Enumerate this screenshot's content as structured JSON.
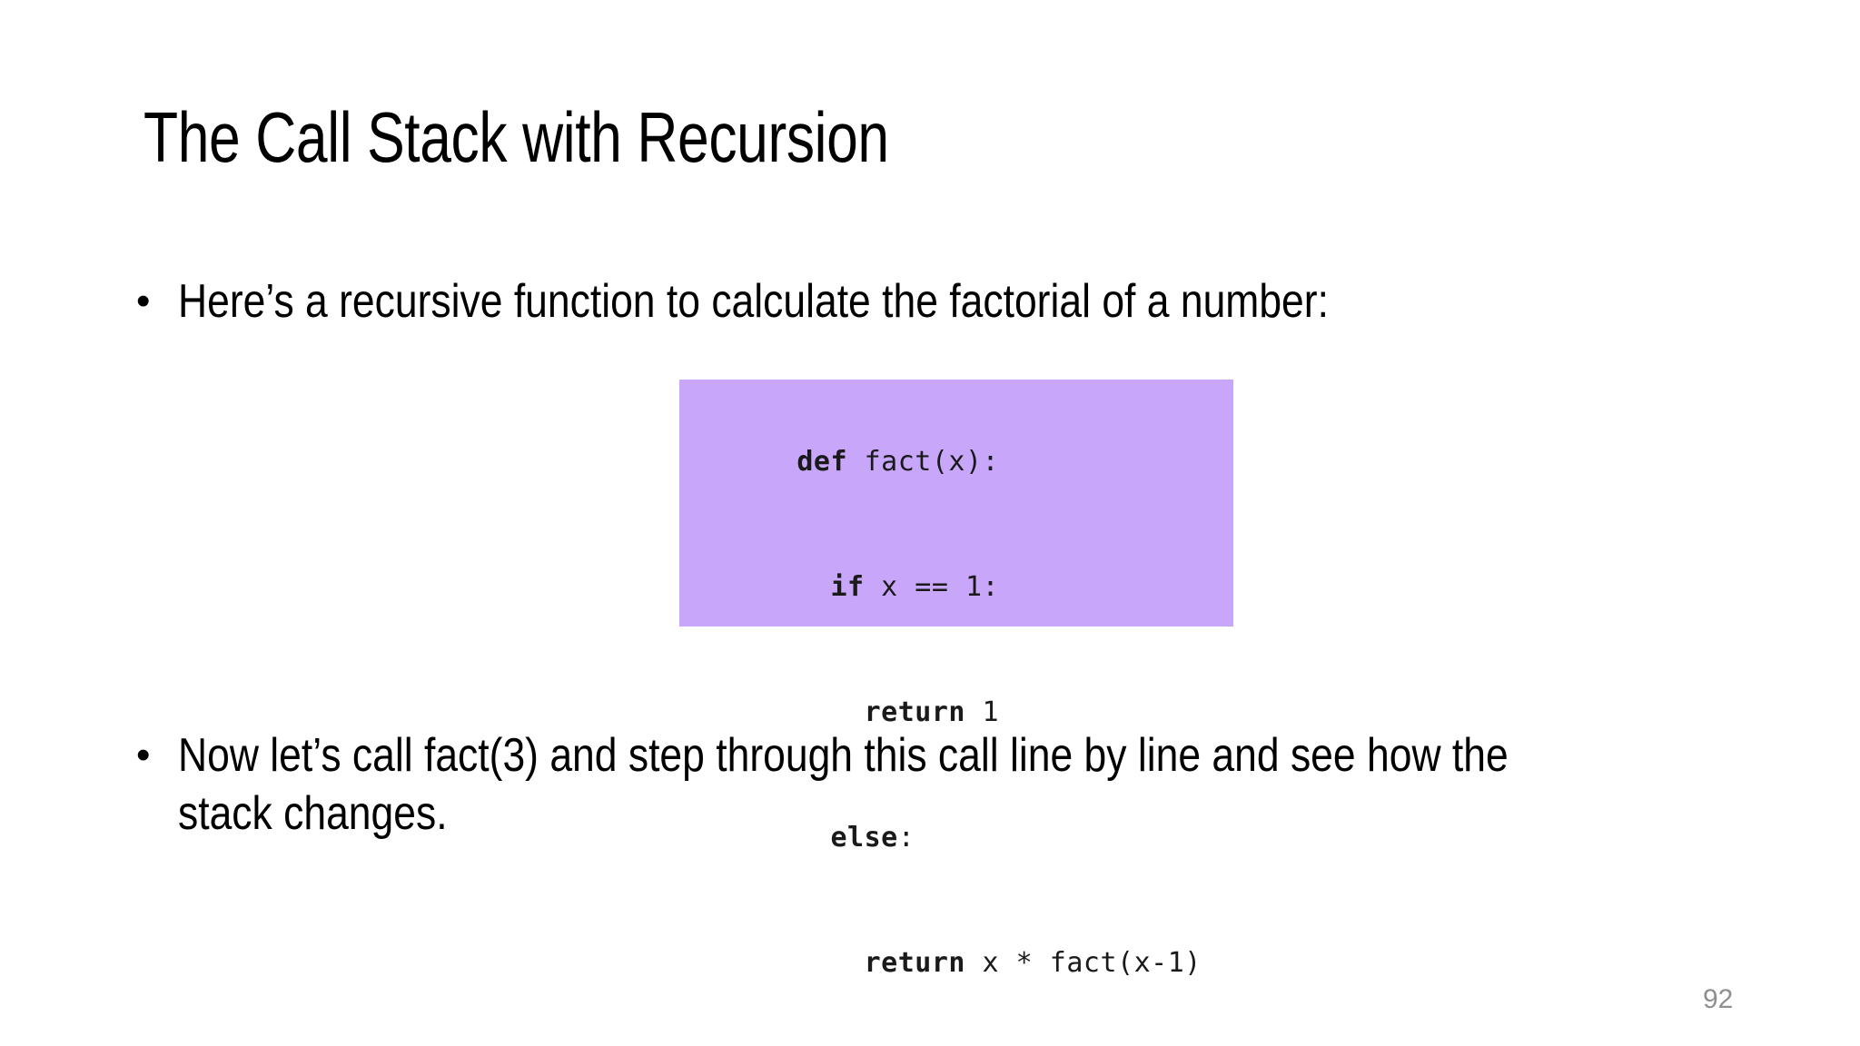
{
  "slide": {
    "title": "The Call Stack with Recursion",
    "page_number": "92",
    "background_color": "#ffffff",
    "title_color": "#000000",
    "body_color": "#000000",
    "page_number_color": "#8f8f8f"
  },
  "bullets": [
    {
      "marker": "•",
      "text": "Here’s a recursive function to calculate the factorial of a number:"
    },
    {
      "marker": "•",
      "text": "Now let’s call fact(3) and step through this call line by line and see how the stack changes."
    }
  ],
  "code_block": {
    "background_color": "#c8a6fa",
    "text_color": "#1a1a1a",
    "language": "python",
    "lines": [
      {
        "keyword": "def",
        "rest": " fact(x):",
        "indent": ""
      },
      {
        "keyword": "if",
        "rest": " x == 1:",
        "indent": "  "
      },
      {
        "keyword": "return",
        "rest": " 1",
        "indent": "    "
      },
      {
        "keyword": "else",
        "rest": ":",
        "indent": "  "
      },
      {
        "keyword": "return",
        "rest": " x * fact(x-1)",
        "indent": "    "
      }
    ],
    "plain_text": "def fact(x):\n  if x == 1:\n    return 1\n  else:\n    return x * fact(x-1)"
  }
}
